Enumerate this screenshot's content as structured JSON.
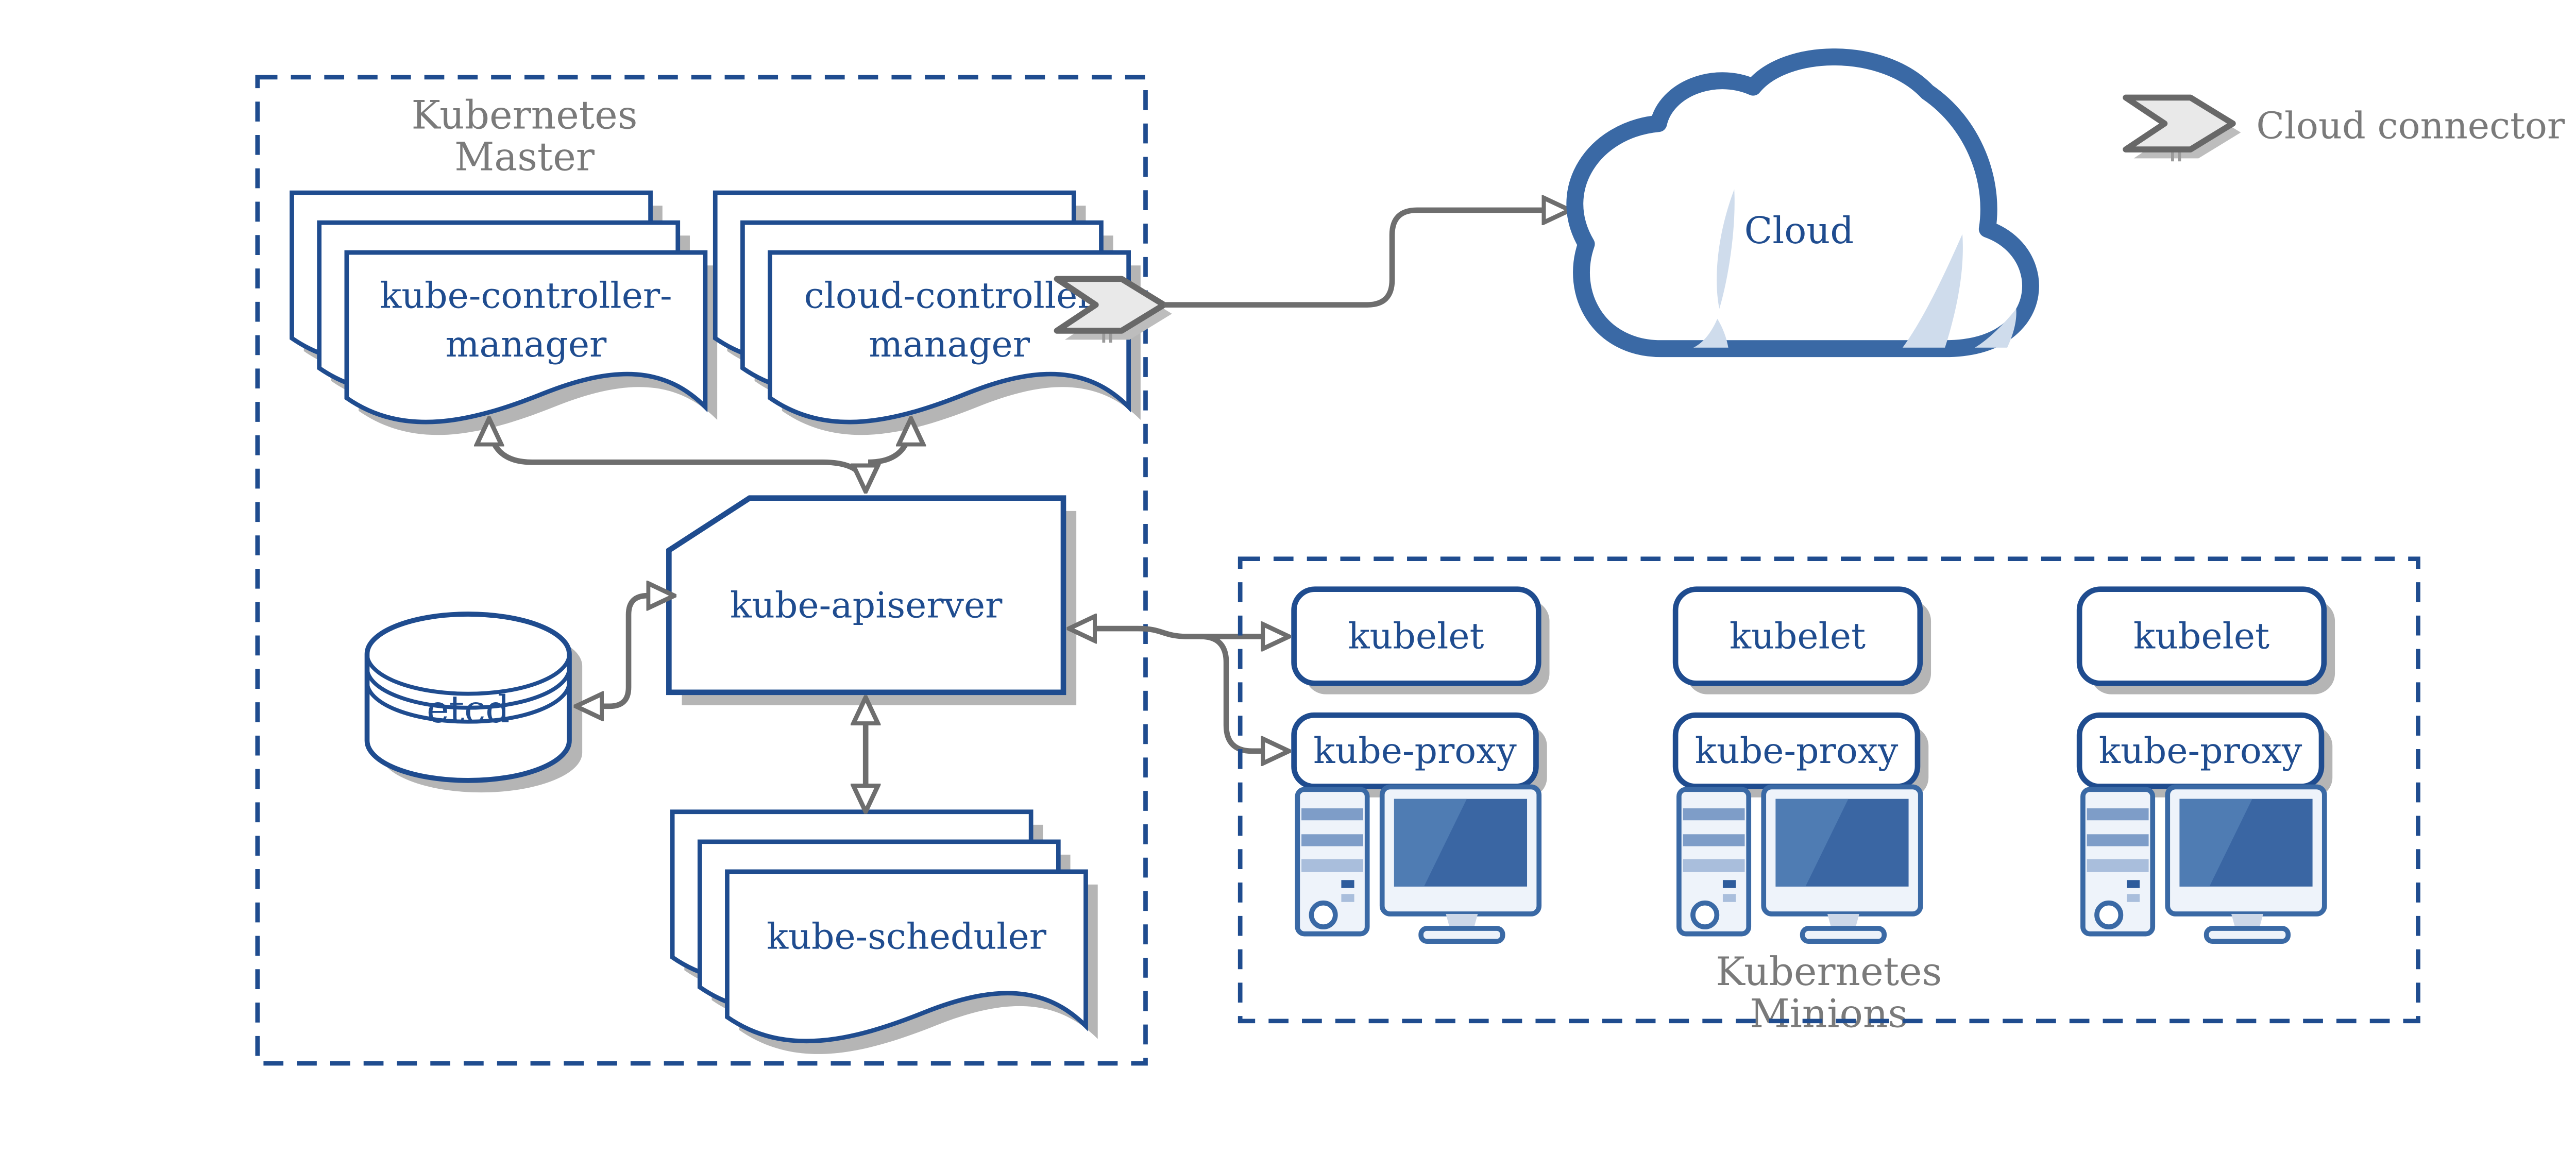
{
  "master": {
    "title": [
      "Kubernetes",
      "Master"
    ],
    "kube_controller_manager": [
      "kube-controller-",
      "manager"
    ],
    "cloud_controller_manager": [
      "cloud-controller",
      "manager"
    ],
    "kube_apiserver": "kube-apiserver",
    "etcd": "etcd",
    "kube_scheduler": "kube-scheduler"
  },
  "cloud": {
    "label": "Cloud"
  },
  "legend": {
    "label": "Cloud connector"
  },
  "minions": {
    "title": [
      "Kubernetes",
      "Minions"
    ],
    "nodes": [
      {
        "kubelet": "kubelet",
        "kube_proxy": "kube-proxy"
      },
      {
        "kubelet": "kubelet",
        "kube_proxy": "kube-proxy"
      },
      {
        "kubelet": "kubelet",
        "kube_proxy": "kube-proxy"
      }
    ]
  },
  "colors": {
    "node-blue": "#1f4c8f",
    "icon-blue": "#3a69a5",
    "screen-blue": "#3a66a3",
    "screen-highlight": "#4f7cb3",
    "light-fill": "#eef3fa",
    "band-blue": "#7e9dc8",
    "band-light": "#a9bedc",
    "swoosh": "#cfdcec",
    "gray-text": "#7a7a7a",
    "arrow-gray": "#6e6e6e",
    "shadow": "#b5b5b5",
    "chevron-fill": "#e9e9e9",
    "chevron-stroke": "#686868"
  }
}
